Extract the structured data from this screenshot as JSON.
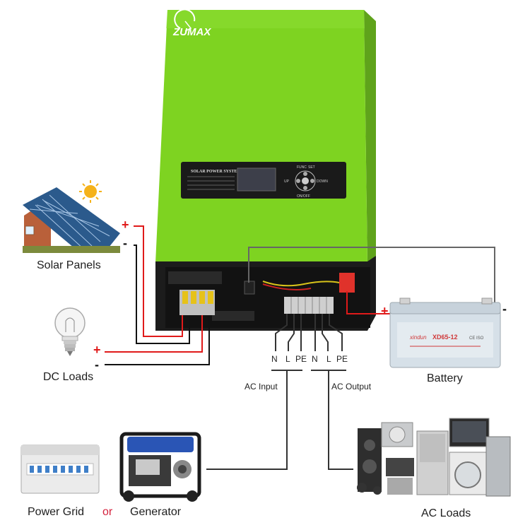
{
  "inverter": {
    "brand": "ZUMAX",
    "panel_title": "SOLAR POWER SYSTEM",
    "buttons": [
      "FUNC",
      "SET",
      "UP",
      "DOWN",
      "ON/OFF"
    ],
    "body_color": "#7ed321",
    "panel_color": "#1a1a1a"
  },
  "components": {
    "solar_panels": "Solar Panels",
    "dc_loads": "DC Loads",
    "battery": "Battery",
    "battery_brand": "xindun",
    "battery_model": "XD65-12",
    "battery_marks": "CE ISO",
    "power_grid": "Power Grid",
    "or": "or",
    "generator": "Generator",
    "ac_loads": "AC Loads"
  },
  "terminals": {
    "input": [
      "N",
      "L",
      "PE"
    ],
    "output": [
      "N",
      "L",
      "PE"
    ],
    "ac_input": "AC Input",
    "ac_output": "AC Output"
  },
  "polarity": {
    "solar_plus": "+",
    "solar_minus": "-",
    "dc_plus": "+",
    "dc_minus": "-",
    "battery_plus": "+",
    "battery_minus": "-"
  },
  "colors": {
    "positive_wire": "#e01a1a",
    "negative_wire": "#111111",
    "neutral_wire": "#555555"
  }
}
